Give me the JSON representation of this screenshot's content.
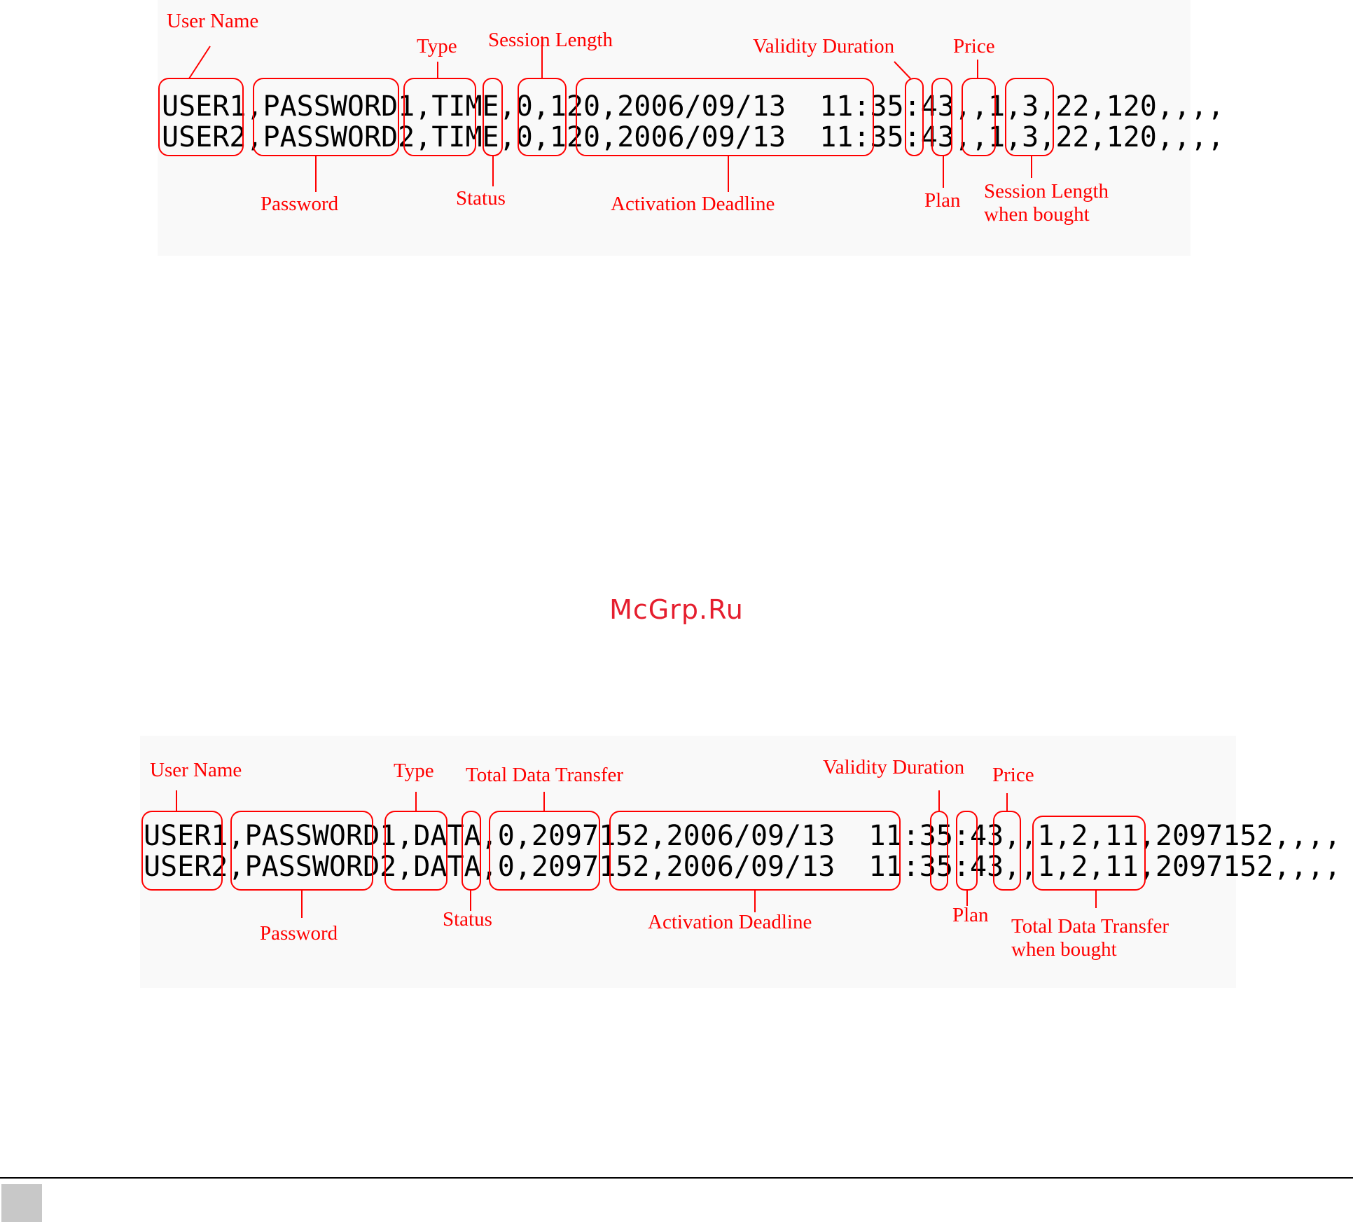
{
  "watermark": "McGrp.Ru",
  "figure1": {
    "rows": [
      [
        "USER1",
        ",",
        "PASSWORD1",
        ",",
        "TIME",
        ",",
        "0",
        ",",
        "120",
        ",",
        "2006/09/13 11:35:43",
        ",",
        ",",
        "1",
        ",",
        "3",
        ",",
        "22",
        ",",
        "120",
        ",",
        ",",
        ","
      ],
      [
        "USER2",
        ",",
        "PASSWORD2",
        ",",
        "TIME",
        ",",
        "0",
        ",",
        "120",
        ",",
        "2006/09/13 11:35:43",
        ",",
        ",",
        "1",
        ",",
        "3",
        ",",
        "22",
        ",",
        "120",
        ",",
        ",",
        ","
      ]
    ],
    "line1": "USER1,PASSWORD1,TIME,0,120,2006/09/13  11:35:43,,1,3,22,120,,,,",
    "line2": "USER2,PASSWORD2,TIME,0,120,2006/09/13  11:35:43,,1,3,22,120,,,,",
    "labels": {
      "user_name": "User Name",
      "type": "Type",
      "session_length": "Session Length",
      "validity_duration": "Validity Duration",
      "price": "Price",
      "password": "Password",
      "status": "Status",
      "activation_deadline": "Activation Deadline",
      "plan": "Plan",
      "session_length_bought": "Session Length\nwhen bought"
    }
  },
  "figure2": {
    "line1": "USER1,PASSWORD1,DATA,0,2097152,2006/09/13  11:35:43,,1,2,11,2097152,,,,",
    "line2": "USER2,PASSWORD2,DATA,0,2097152,2006/09/13  11:35:43,,1,2,11,2097152,,,,",
    "labels": {
      "user_name": "User Name",
      "type": "Type",
      "total_data_transfer": "Total Data Transfer",
      "validity_duration": "Validity Duration",
      "price": "Price",
      "password": "Password",
      "status": "Status",
      "activation_deadline": "Activation Deadline",
      "plan": "Plan",
      "total_data_transfer_bought": "Total Data Transfer\nwhen bought"
    }
  },
  "colors": {
    "annotation": "#ff0000",
    "watermark": "#e51e2e",
    "footer_box": "#c8c8c8"
  }
}
